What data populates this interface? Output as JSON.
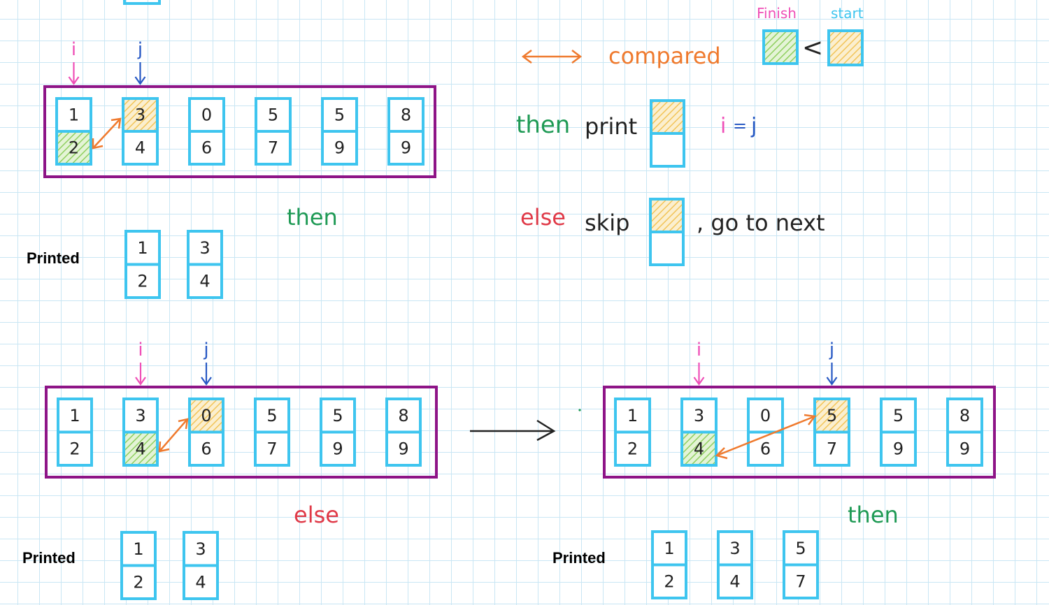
{
  "colors": {
    "cell_border": "#3ec5ef",
    "array_frame": "#8e1487",
    "finish_fill": "#9bd36b",
    "start_fill": "#f4c95b",
    "compare_arrow": "#ef7a2e",
    "i_marker": "#ef4fb7",
    "j_marker": "#2859c4",
    "then_text": "#1f9a55",
    "else_text": "#e03a48",
    "ink": "#222222"
  },
  "legend": {
    "finish_label": "Finish",
    "start_label": "start",
    "less_than": "<",
    "compared_label": "compared",
    "then_label": "then",
    "print_label": "print",
    "i_label": "i",
    "equals": "=",
    "j_label": "j",
    "else_label": "else",
    "skip_label": "skip",
    "go_to_next_label": ", go to next"
  },
  "pointers": {
    "i": "i",
    "j": "j"
  },
  "step_labels": {
    "step1": "then",
    "step2": "else",
    "step3": "then"
  },
  "printed_label": "Printed",
  "arrays": {
    "array_1": {
      "cells": [
        [
          "1",
          "2"
        ],
        [
          "3",
          "4"
        ],
        [
          "0",
          "6"
        ],
        [
          "5",
          "7"
        ],
        [
          "5",
          "9"
        ],
        [
          "8",
          "9"
        ]
      ],
      "i": 0,
      "j": 1
    },
    "array_2": {
      "cells": [
        [
          "1",
          "2"
        ],
        [
          "3",
          "4"
        ],
        [
          "0",
          "6"
        ],
        [
          "5",
          "7"
        ],
        [
          "5",
          "9"
        ],
        [
          "8",
          "9"
        ]
      ],
      "i": 1,
      "j": 2
    },
    "array_3": {
      "cells": [
        [
          "1",
          "2"
        ],
        [
          "3",
          "4"
        ],
        [
          "0",
          "6"
        ],
        [
          "5",
          "7"
        ],
        [
          "5",
          "9"
        ],
        [
          "8",
          "9"
        ]
      ],
      "i": 1,
      "j": 3
    }
  },
  "printed": {
    "printed_1": [
      [
        "1",
        "2"
      ],
      [
        "3",
        "4"
      ]
    ],
    "printed_2": [
      [
        "1",
        "2"
      ],
      [
        "3",
        "4"
      ]
    ],
    "printed_3": [
      [
        "1",
        "2"
      ],
      [
        "3",
        "4"
      ],
      [
        "5",
        "7"
      ]
    ]
  }
}
